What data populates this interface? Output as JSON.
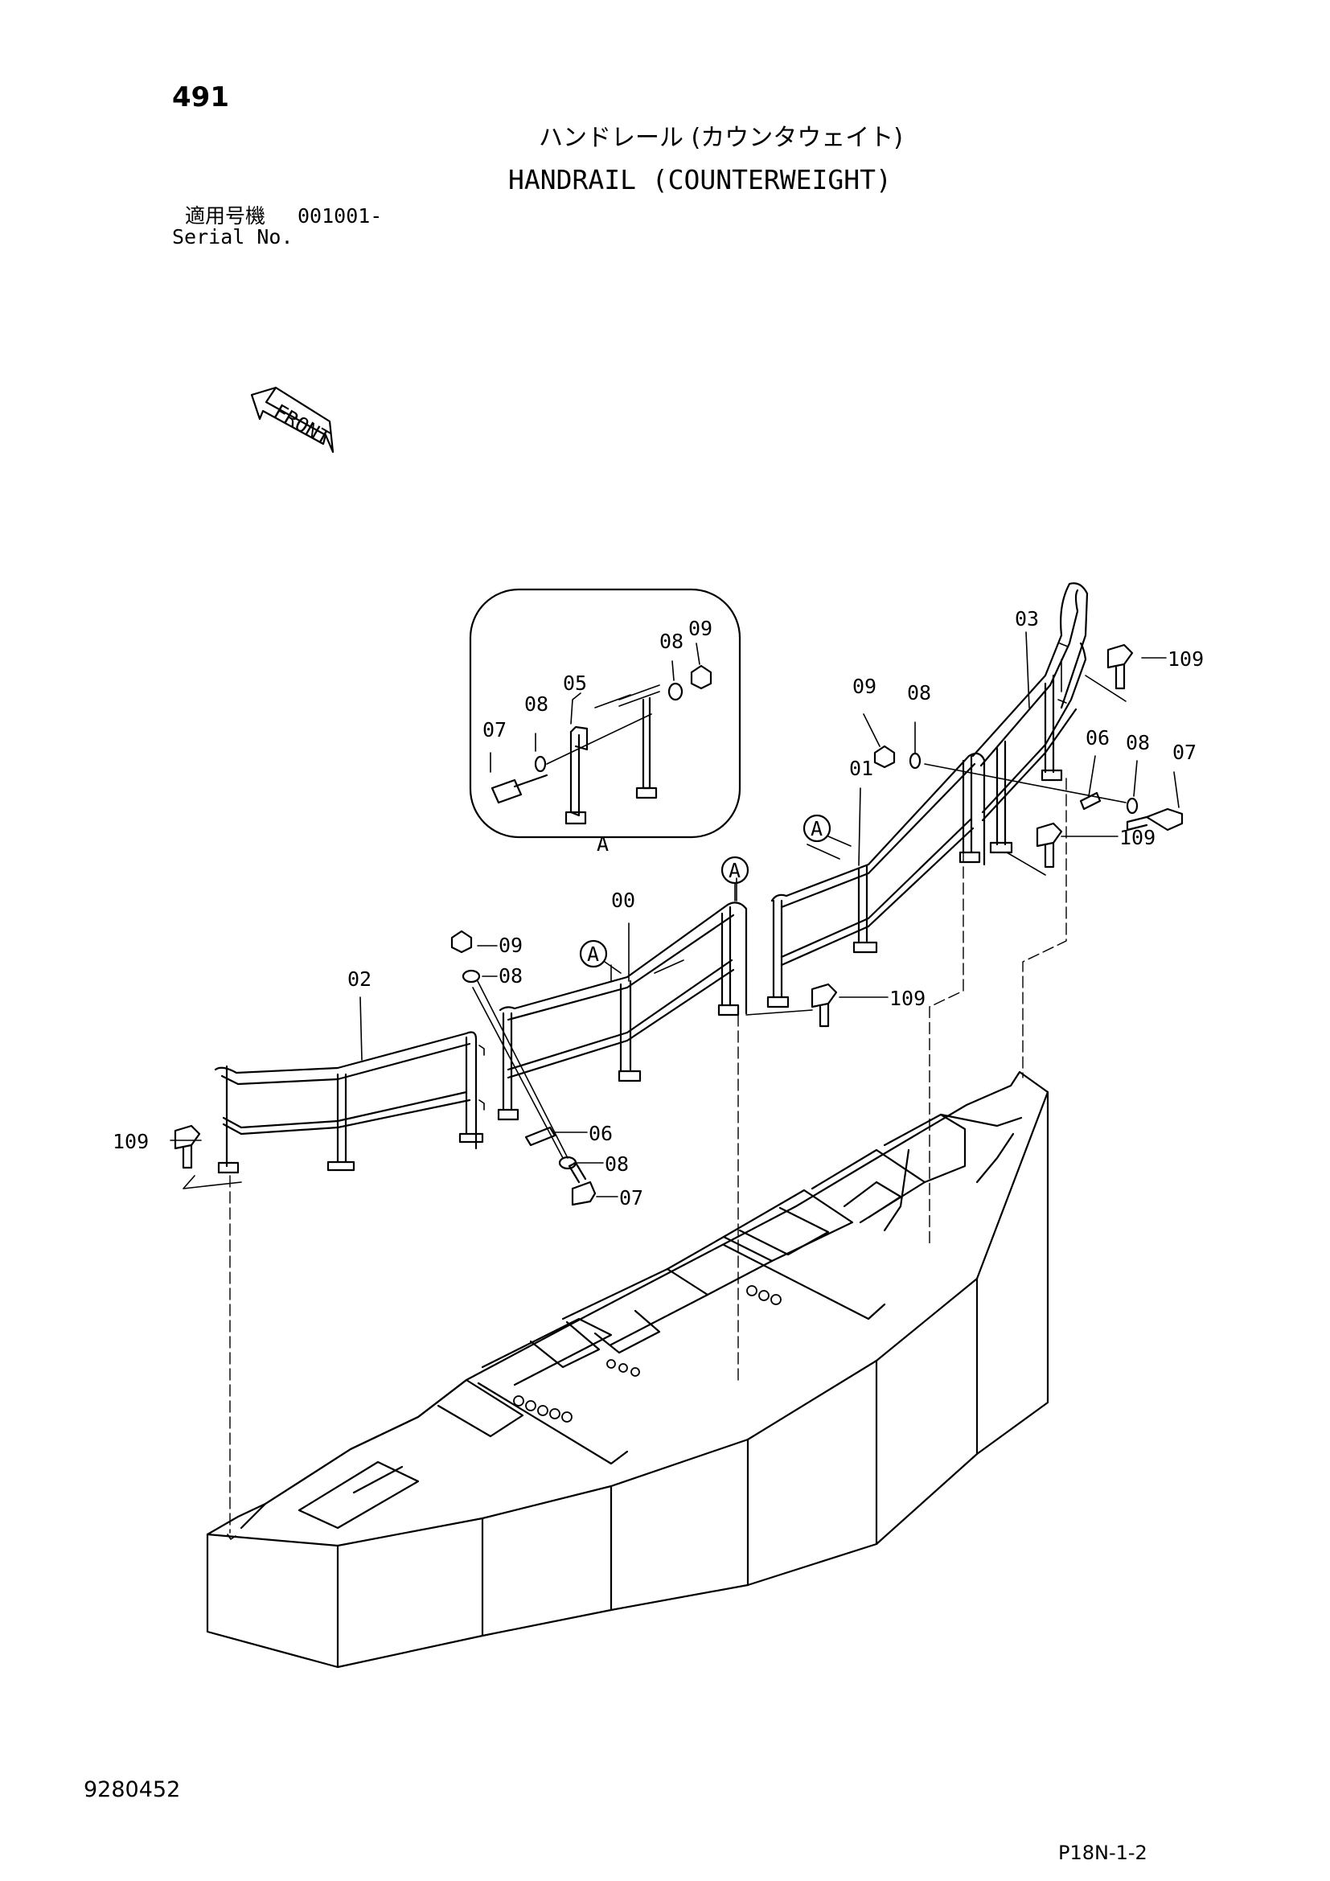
{
  "header": {
    "page_number": "491",
    "title_jp": "ハンドレール (カウンタウェイト)",
    "title_en": "HANDRAIL (COUNTERWEIGHT)",
    "serial_label_jp": "適用号機",
    "serial_value": "001001-",
    "serial_label_en": "Serial No."
  },
  "diagram": {
    "front_label": "FRONT",
    "detail_label": "A",
    "callouts": {
      "p00": "00",
      "p01": "01",
      "p02": "02",
      "p03": "03",
      "p05": "05",
      "p06": "06",
      "p07": "07",
      "p08": "08",
      "p09": "09",
      "p109": "109"
    }
  },
  "footer": {
    "doc_number": "9280452",
    "page_code": "P18N-1-2"
  }
}
